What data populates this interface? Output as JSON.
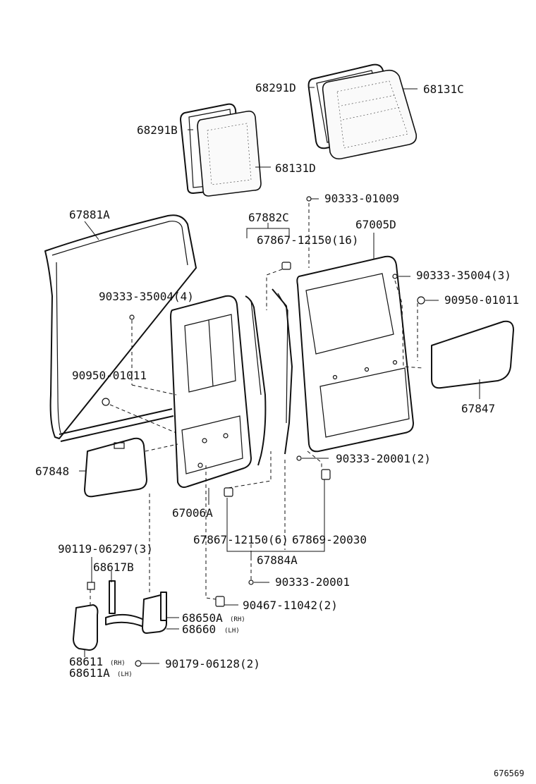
{
  "diagram": {
    "parts": [
      {
        "key": "p68291D",
        "part_no": "68291D"
      },
      {
        "key": "p68131C",
        "part_no": "68131C"
      },
      {
        "key": "p68291B",
        "part_no": "68291B"
      },
      {
        "key": "p68131D",
        "part_no": "68131D"
      },
      {
        "key": "p90333_01009",
        "part_no": "90333-01009"
      },
      {
        "key": "p67881A",
        "part_no": "67881A"
      },
      {
        "key": "p67882C",
        "part_no": "67882C"
      },
      {
        "key": "p67005D",
        "part_no": "67005D"
      },
      {
        "key": "p67867_16",
        "part_no": "67867-12150(16)"
      },
      {
        "key": "p90333_35004_3",
        "part_no": "90333-35004(3)"
      },
      {
        "key": "p90333_35004_4",
        "part_no": "90333-35004(4)"
      },
      {
        "key": "p90950_r",
        "part_no": "90950-01011"
      },
      {
        "key": "p90950_l",
        "part_no": "90950-01011"
      },
      {
        "key": "p67847",
        "part_no": "67847"
      },
      {
        "key": "p67848",
        "part_no": "67848"
      },
      {
        "key": "p90333_20001_2",
        "part_no": "90333-20001(2)"
      },
      {
        "key": "p67006A",
        "part_no": "67006A"
      },
      {
        "key": "p90119",
        "part_no": "90119-06297(3)"
      },
      {
        "key": "p67867_6",
        "part_no": "67867-12150(6)"
      },
      {
        "key": "p67869",
        "part_no": "67869-20030"
      },
      {
        "key": "p68617B",
        "part_no": "68617B"
      },
      {
        "key": "p67884A",
        "part_no": "67884A"
      },
      {
        "key": "p90333_20001",
        "part_no": "90333-20001"
      },
      {
        "key": "p90467",
        "part_no": "90467-11042(2)"
      },
      {
        "key": "p68650",
        "part_no": "68650A"
      },
      {
        "key": "p68660",
        "part_no": "68660"
      },
      {
        "key": "p68611",
        "part_no": "68611"
      },
      {
        "key": "p68611A",
        "part_no": "68611A"
      },
      {
        "key": "p90179",
        "part_no": "90179-06128(2)"
      }
    ],
    "side_notes": {
      "rh": "(RH)",
      "lh": "(LH)"
    },
    "figure_id": "676569"
  }
}
